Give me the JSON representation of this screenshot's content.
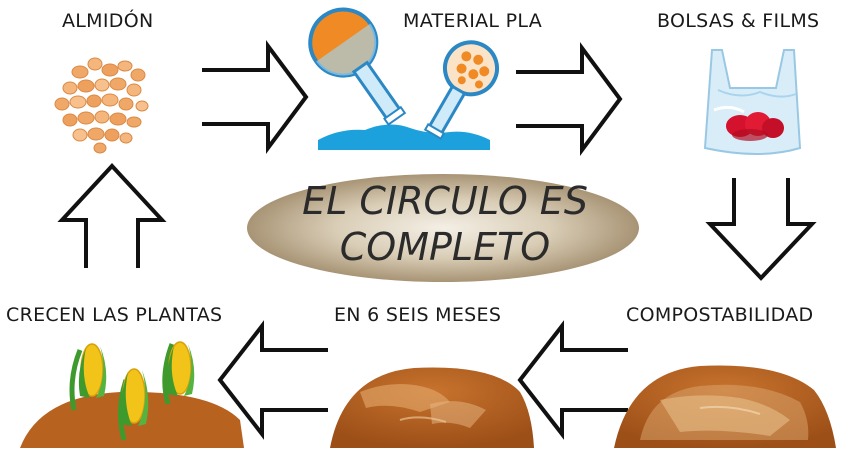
{
  "labels": {
    "almidon": "ALMIDÓN",
    "material_pla": "MATERIAL PLA",
    "bolsas": "BOLSAS & FILMS",
    "compostabilidad": "COMPOSTABILIDAD",
    "meses": "EN 6 SEIS MESES",
    "crecen": "CRECEN LAS PLANTAS"
  },
  "center": {
    "line1": "EL CIRCULO ES",
    "line2": "COMPLETO"
  },
  "colors": {
    "soil": "#b8621f",
    "starch": "#f0a868",
    "pla_blue": "#1da1dc",
    "pla_orange": "#f08a24",
    "ellipse": "#c7b69a",
    "corn": "#f2c318",
    "leaf": "#3f9a2e"
  }
}
